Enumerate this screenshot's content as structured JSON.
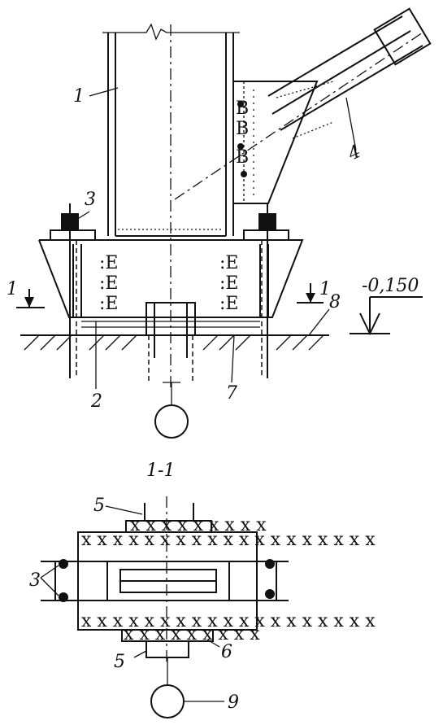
{
  "labels": {
    "column": "1",
    "traverse": "2",
    "bolt": "3",
    "brace": "4",
    "channel": "5",
    "plate": "6",
    "grout": "7",
    "ground": "8",
    "foundation_bolt": "9",
    "section_mark_left": "1",
    "section_mark_right": "1",
    "bolt_plan": "3",
    "channel_top": "5",
    "channel_bottom": "5"
  },
  "elevation": "-0,150",
  "section_title": "1-1"
}
